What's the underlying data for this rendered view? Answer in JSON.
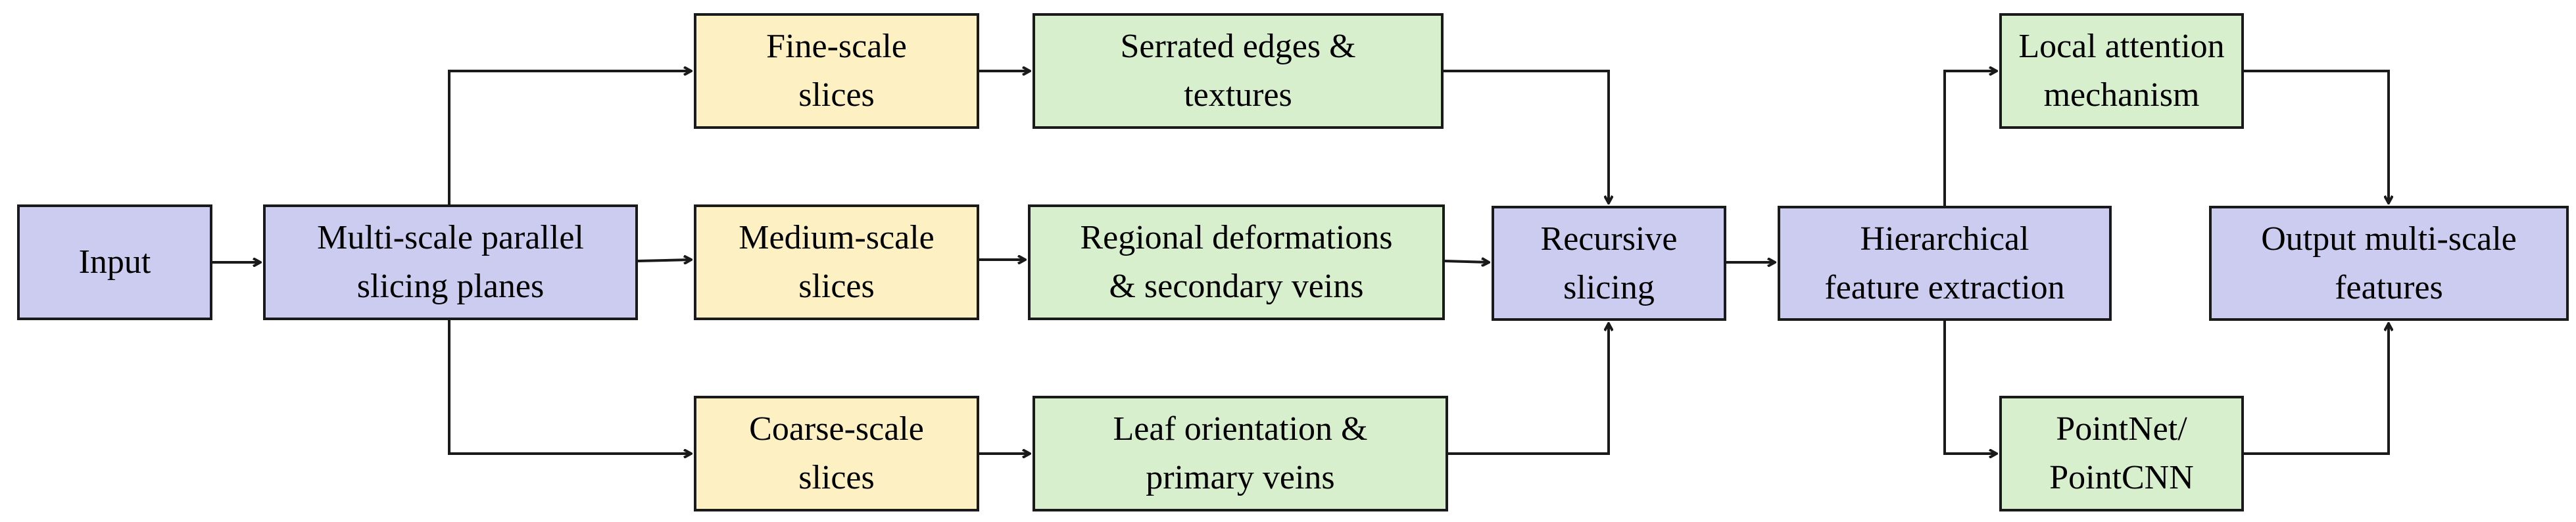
{
  "nodes": {
    "input": "Input",
    "multiscale": "Multi-scale parallel\nslicing planes",
    "fine": "Fine-scale\nslices",
    "medium": "Medium-scale\nslices",
    "coarse": "Coarse-scale\nslices",
    "serrated": "Serrated edges &\ntextures",
    "regional": "Regional deformations\n& secondary veins",
    "leaf": "Leaf orientation &\nprimary veins",
    "recursive": "Recursive\nslicing",
    "hierarchical": "Hierarchical\nfeature extraction",
    "local_attention": "Local attention\nmechanism",
    "pointnet": "PointNet/\nPointCNN",
    "output": "Output multi-scale\nfeatures"
  },
  "colors": {
    "process_fill": "#ccccf1",
    "scale_fill": "#fdf0c2",
    "feature_fill": "#d8efcd",
    "stroke": "#1a1a1a"
  }
}
